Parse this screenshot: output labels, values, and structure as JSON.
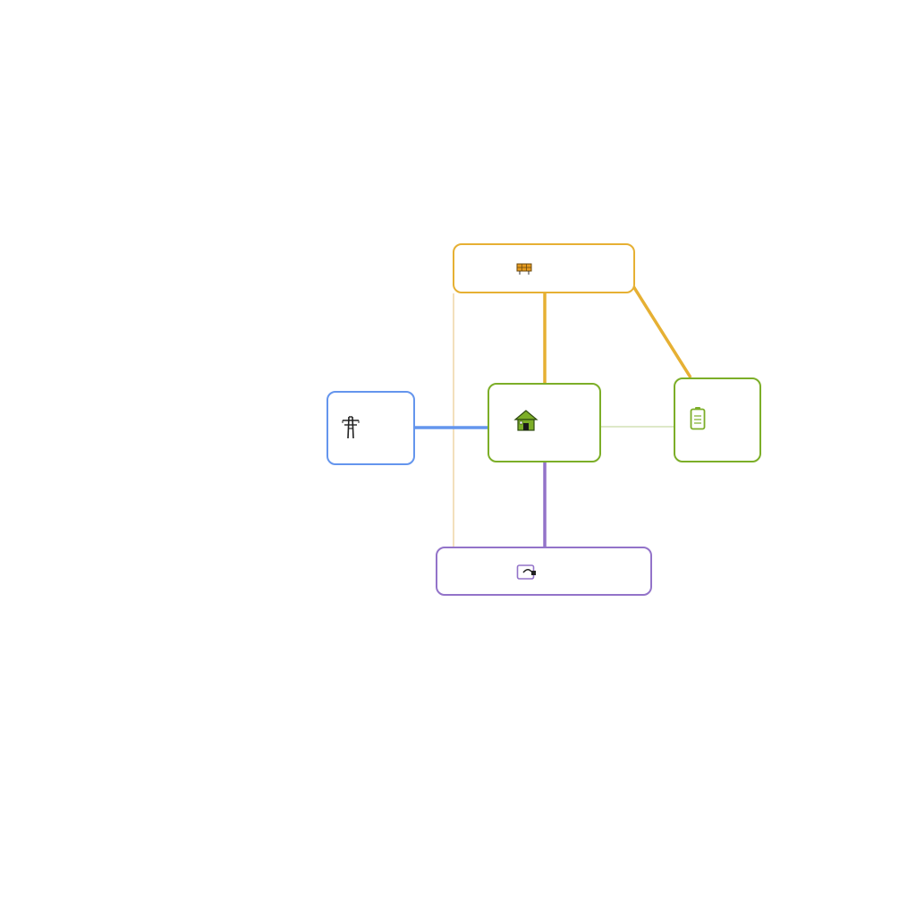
{
  "colors": {
    "solar": "#e6b033",
    "grid": "#6495ed",
    "home": "#7cae28",
    "battery": "#7cae28",
    "ev": "#9373c9",
    "solar_faint": "#f3e0bd",
    "battery_faint": "#dde8c8"
  },
  "nodes": [
    {
      "id": "solar",
      "icon": "solar-panel-icon"
    },
    {
      "id": "grid",
      "icon": "power-pylon-icon"
    },
    {
      "id": "home",
      "icon": "house-icon"
    },
    {
      "id": "battery",
      "icon": "battery-icon"
    },
    {
      "id": "ev",
      "icon": "ev-charger-icon"
    }
  ],
  "flows": [
    {
      "from": "solar",
      "to": "home",
      "color": "solar",
      "active": true
    },
    {
      "from": "solar",
      "to": "battery",
      "color": "solar",
      "active": true
    },
    {
      "from": "solar",
      "to": "ev",
      "color": "solar_faint",
      "active": false
    },
    {
      "from": "grid",
      "to": "home",
      "color": "grid",
      "active": true
    },
    {
      "from": "home",
      "to": "ev",
      "color": "ev",
      "active": true
    },
    {
      "from": "battery",
      "to": "home",
      "color": "battery_faint",
      "active": false
    }
  ]
}
